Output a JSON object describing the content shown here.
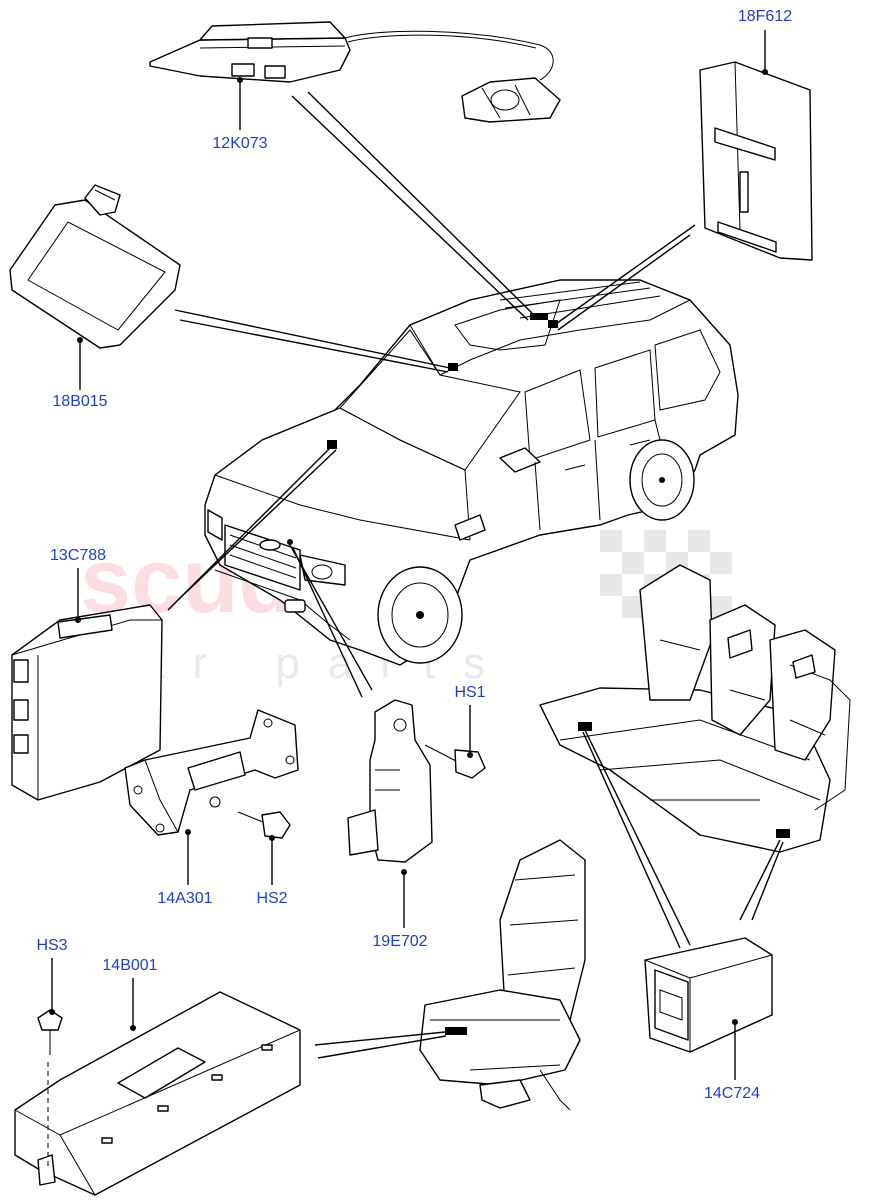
{
  "watermark": {
    "main": "scuderia",
    "sub": "car parts"
  },
  "labels": {
    "p12K073": "12K073",
    "p18F612": "18F612",
    "p18B015": "18B015",
    "p13C788": "13C788",
    "pHS1": "HS1",
    "pHS2": "HS2",
    "p14A301": "14A301",
    "p19E702": "19E702",
    "pHS3": "HS3",
    "p14B001": "14B001",
    "p14C724": "14C724"
  },
  "colors": {
    "callout": "#1f3fcf",
    "watermark_main": "#e0162b",
    "watermark_sub": "#9a9a9a"
  }
}
